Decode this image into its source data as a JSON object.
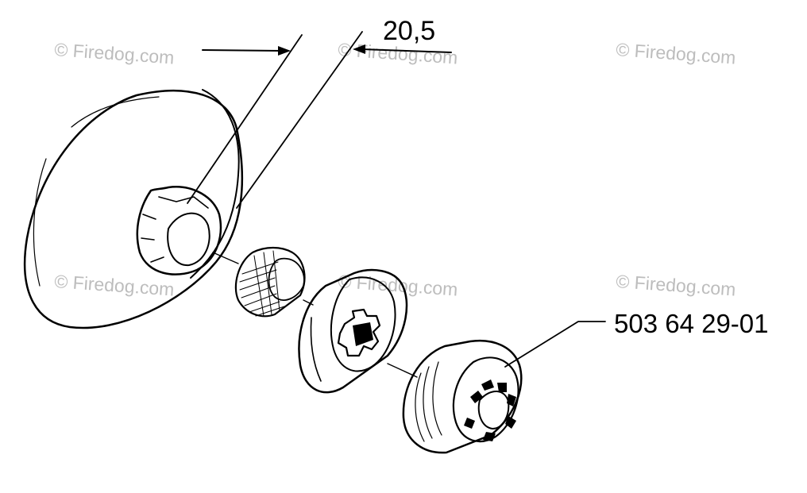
{
  "diagram": {
    "dimension_label": "20,5",
    "part_number": "503 64 29-01"
  },
  "watermark": {
    "text": "© Firedog.com",
    "color": "#bdbdbd"
  },
  "colors": {
    "ink": "#000000",
    "background": "#ffffff"
  }
}
